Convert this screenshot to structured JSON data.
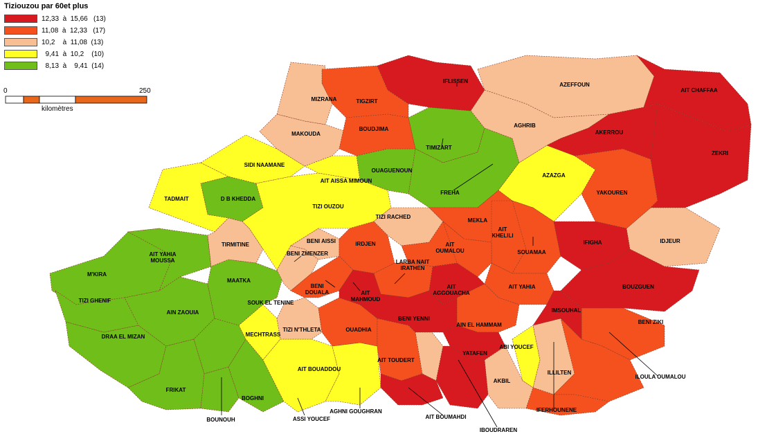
{
  "legend": {
    "title": "Tiziouzou par 60et plus",
    "classes": [
      {
        "range": "12,33  à  15,66   (13)",
        "color": "#d71920"
      },
      {
        "range": "11,08  à  12,33   (17)",
        "color": "#f4511e"
      },
      {
        "range": "10,2    à  11,08  (13)",
        "color": "#f7bf93"
      },
      {
        "range": "  9,41  à  10,2    (10)",
        "color": "#ffff26"
      },
      {
        "range": "  8,13  à    9,41  (14)",
        "color": "#6fbe1a"
      }
    ]
  },
  "scale_bar": {
    "start": "0",
    "end": "250",
    "unit": "kilomètres"
  },
  "communes": [
    "IFLISSEN",
    "AZEFFOUN",
    "AIT CHAFFAA",
    "MIZRANA",
    "TIGZIRT",
    "AGHRIB",
    "AKERROU",
    "ZEKRI",
    "MAKOUDA",
    "BOUDJIMA",
    "TIMIZART",
    "SIDI NAAMANE",
    "OUAGUENOUN",
    "AZAZGA",
    "AIT AISSA MIMOUN",
    "FREHA",
    "YAKOUREN",
    "TADMAIT",
    "D B KHEDDA",
    "TIZI OUZOU",
    "TIZI RACHED",
    "MEKLA",
    "IDJEUR",
    "AIT KHELILI",
    "IFIGHA",
    "TIRMITINE",
    "BENI AISSI",
    "IRDJEN",
    "AIT OUMALOU",
    "SOUAMAA",
    "AIT YAHIA MOUSSA",
    "BENI ZMENZER",
    "M'KIRA",
    "LARBA NAIT IRATHEN",
    "MAATKA",
    "BENI DOUALA",
    "AIT MAHMOUD",
    "AIT AGGOUACHA",
    "AIT YAHIA",
    "BOUZGUEN",
    "TIZI GHENIF",
    "SOUK EL TENINE",
    "IMSOUHAL",
    "AIN ZAOUIA",
    "BENI YENNI",
    "AIN EL HAMMAM",
    "BENI ZIKI",
    "DRAA EL MIZAN",
    "MECHTRASS",
    "TIZI N'THLETA",
    "OUADHIA",
    "ABI YOUCEF",
    "AIT TOUDERT",
    "YATAFEN",
    "AIT BOUADDOU",
    "AKBIL",
    "ILLILTEN",
    "ILOULA OUMALOU",
    "FRIKAT",
    "BOGHNI",
    "AGHNI GOUGHRAN",
    "BOUNOUH",
    "ASSI YOUCEF",
    "AIT BOUMAHDI",
    "IFERHOUNENE",
    "IBOUDRAREN"
  ]
}
